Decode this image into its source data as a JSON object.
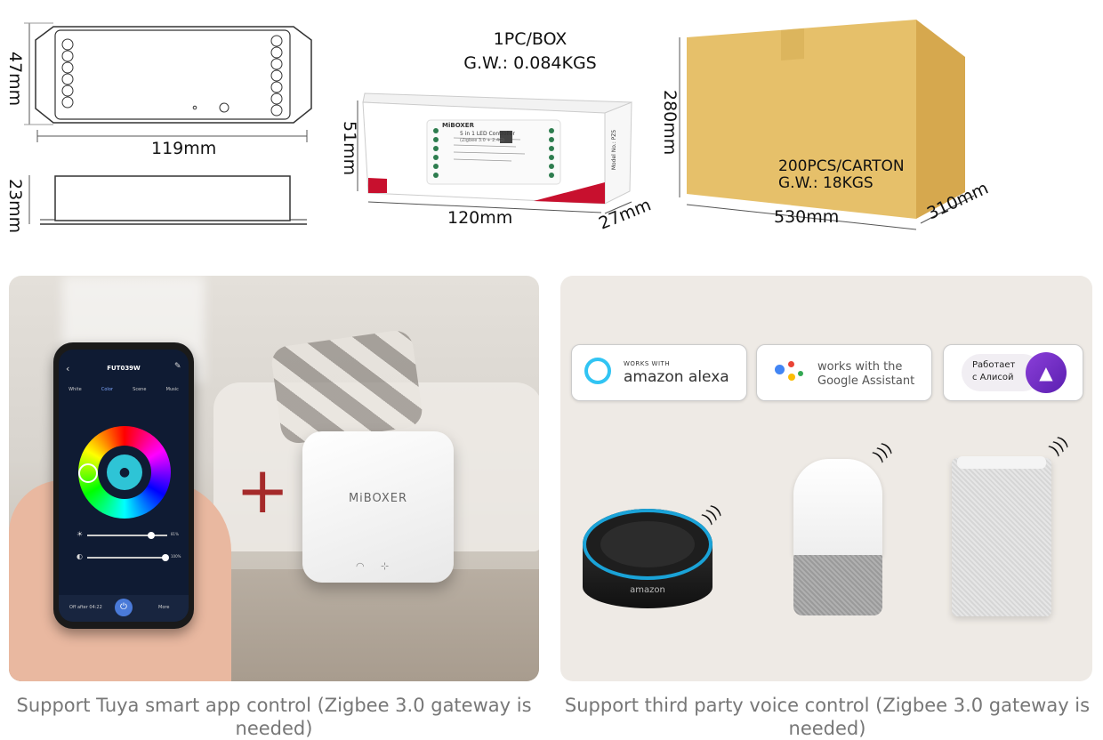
{
  "dimensions": {
    "controller_height": "47mm",
    "controller_length": "119mm",
    "controller_depth": "23mm",
    "box_height": "51mm",
    "box_length": "120mm",
    "box_depth": "27mm",
    "carton_height": "280mm",
    "carton_length": "530mm",
    "carton_depth": "310mm"
  },
  "box_info": {
    "line1": "1PC/BOX",
    "line2": "G.W.: 0.084KGS"
  },
  "carton_info": {
    "line1": "200PCS/CARTON",
    "line2": "G.W.: 18KGS"
  },
  "product_box": {
    "brand": "MiBOXER",
    "title": "5 in 1 LED Controller",
    "subtitle": "(Zigbee 3.0 + 2.4G)",
    "model": "Model No.: PZ5"
  },
  "phone": {
    "device_name": "FUT039W",
    "tabs": [
      "White",
      "Color",
      "Scene",
      "Music"
    ],
    "brightness_value": "81%",
    "saturation_value": "100%",
    "footer_left": "Off after 04:22",
    "footer_right": "More"
  },
  "gateway_brand": "MiBOXER",
  "plus_sign": "+",
  "voice_badges": {
    "alexa_small": "WORKS WITH",
    "alexa_big": "amazon alexa",
    "google_line1": "works with the",
    "google_line2": "Google Assistant",
    "alice_line1": "Работает",
    "alice_line2": "с Алисой"
  },
  "echo_label": "amazon",
  "captions": {
    "left": "Support Tuya smart app control (Zigbee 3.0 gateway is needed)",
    "right": "Support third party voice control (Zigbee 3.0 gateway is needed)"
  },
  "colors": {
    "carton": "#e6c06a",
    "brand_red": "#c8102e",
    "caption_gray": "#777777",
    "panel_bg_right": "#eeeae5",
    "alexa_blue": "#31c4f3"
  }
}
